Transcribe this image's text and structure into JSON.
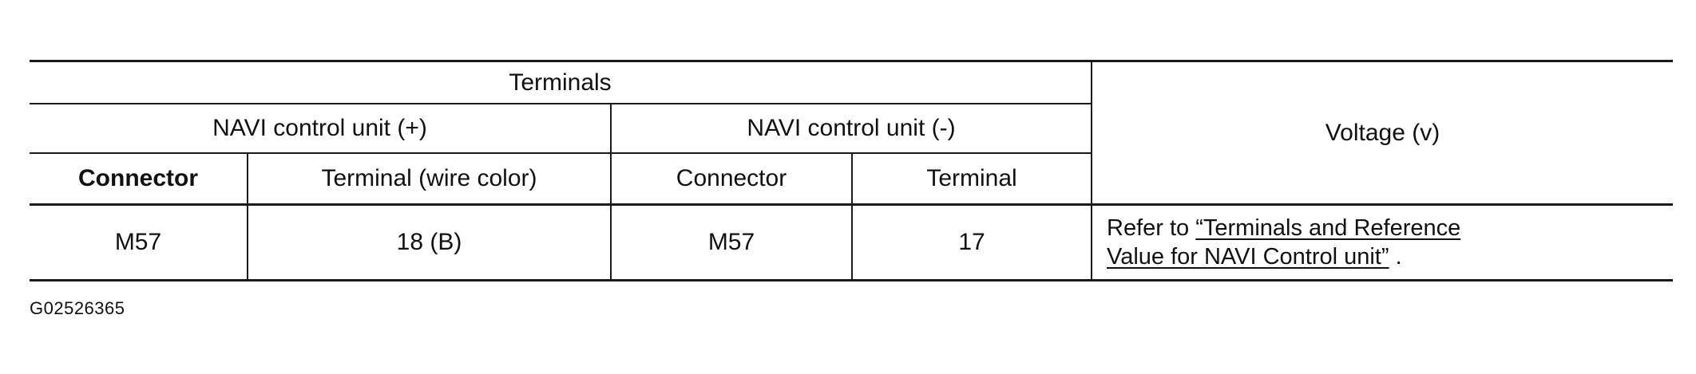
{
  "table": {
    "header": {
      "terminals": "Terminals",
      "voltage": "Voltage (v)",
      "navi_plus": "NAVI control unit (+)",
      "navi_minus": "NAVI control unit (-)",
      "connector_plus": "Connector",
      "terminal_wire_color": "Terminal (wire color)",
      "connector_minus": "Connector",
      "terminal_minus": "Terminal"
    },
    "rows": [
      {
        "connector_plus": "M57",
        "terminal_plus": "18 (B)",
        "connector_minus": "M57",
        "terminal_minus": "17",
        "voltage_prefix": "Refer to ",
        "voltage_link_line1": "“Terminals and Reference",
        "voltage_link_line2": "Value for NAVI Control unit”",
        "voltage_suffix": " ."
      }
    ]
  },
  "figure_id": "G02526365"
}
